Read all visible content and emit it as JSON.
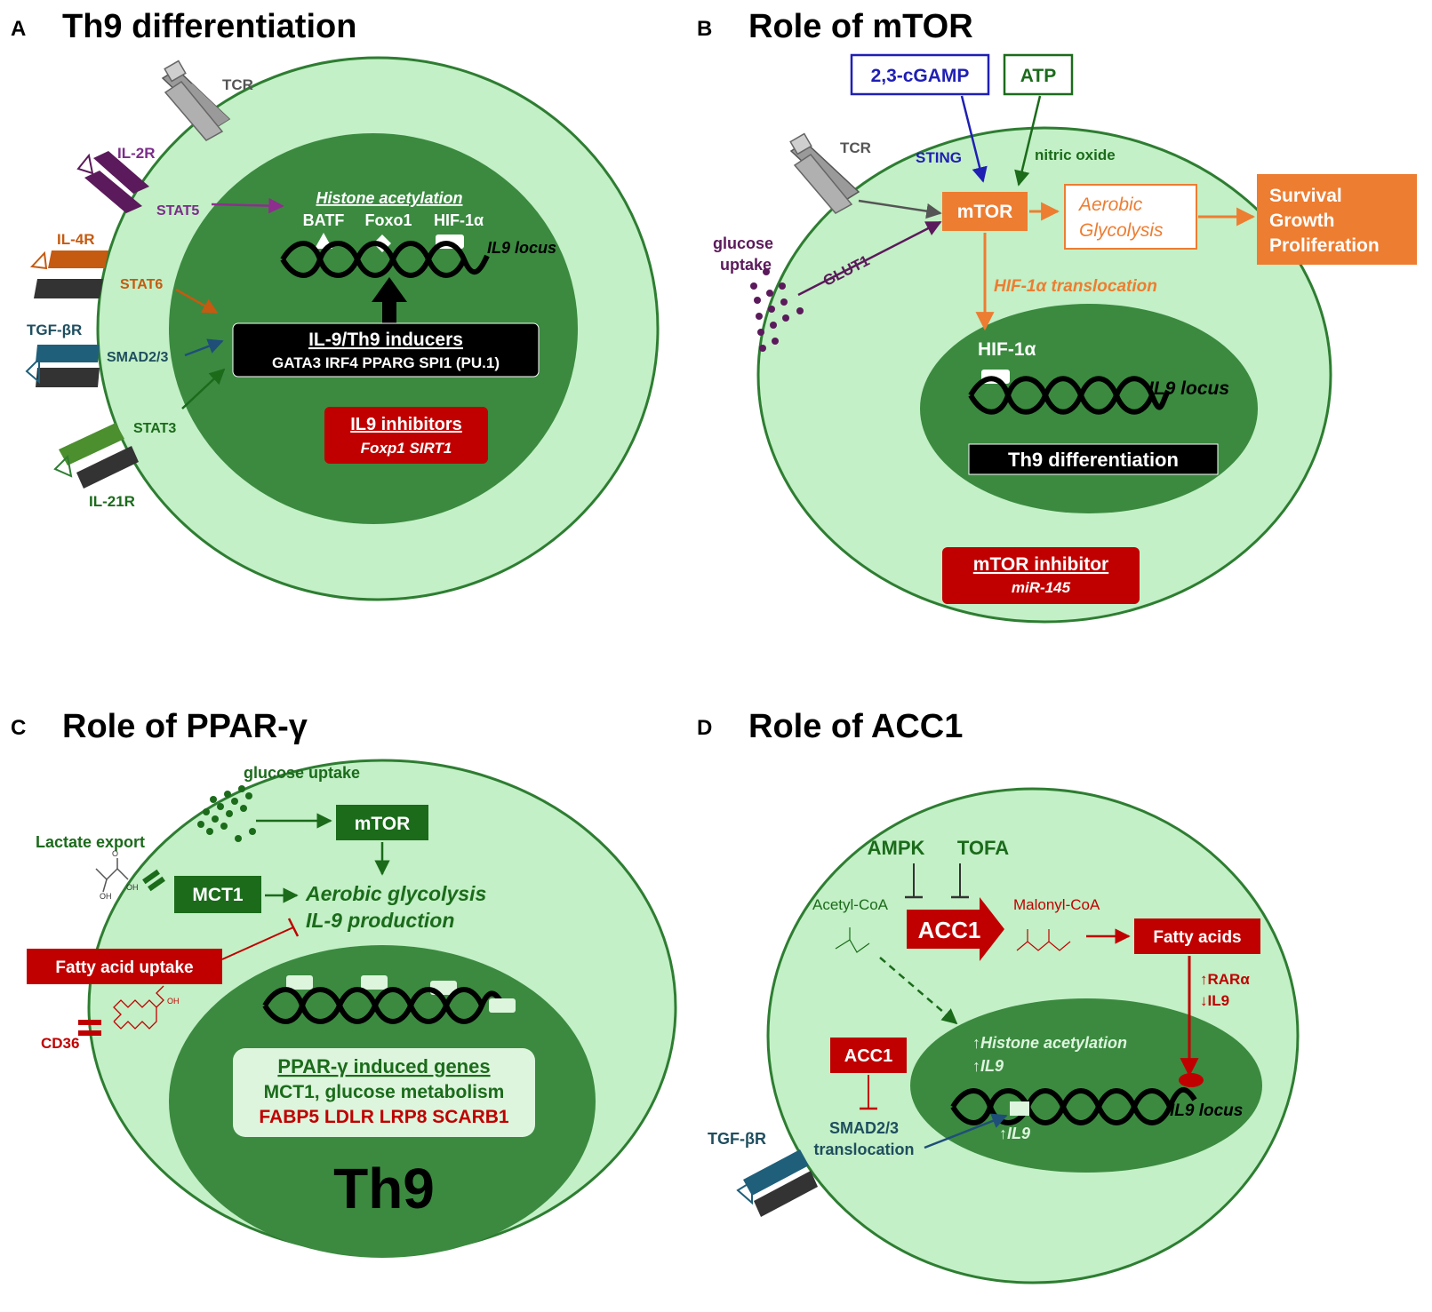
{
  "colors": {
    "cell": "#c3f0c6",
    "cell_border": "#2e7d32",
    "nucleus": "#3b8a40",
    "dark_green": "#1b6b1b",
    "red": "#c00000",
    "orange": "#ed7d31",
    "purple": "#5b1a5b",
    "navy": "#1f4e5f",
    "blue": "#1f1fb4",
    "gray": "#8c8c8c"
  },
  "panel_a": {
    "letter": "A",
    "title": "Th9 differentiation",
    "receptors": {
      "tcr": "TCR",
      "il2r": "IL-2R",
      "il4r": "IL-4R",
      "tgfbr": "TGF-βR",
      "il21r": "IL-21R"
    },
    "signals": {
      "stat5": "STAT5",
      "stat6": "STAT6",
      "smad": "SMAD2/3",
      "stat3": "STAT3"
    },
    "histone_acetylation": "Histone acetylation",
    "factors": [
      "BATF",
      "Foxo1",
      "HIF-1α"
    ],
    "locus": "IL9 locus",
    "inducers_title": "IL-9/Th9 inducers",
    "inducers_list": "GATA3 IRF4 PPARG SPI1 (PU.1)",
    "inhibitors_title": "IL9 inhibitors",
    "inhibitors_list": "Foxp1 SIRT1"
  },
  "panel_b": {
    "letter": "B",
    "title": "Role of mTOR",
    "cgamp": "2,3-cGAMP",
    "atp": "ATP",
    "sting": "STING",
    "nitric_oxide": "nitric oxide",
    "tcr": "TCR",
    "mtor": "mTOR",
    "aerobic": [
      "Aerobic",
      "Glycolysis"
    ],
    "outcomes": [
      "Survival",
      "Growth",
      "Proliferation"
    ],
    "glucose": [
      "glucose",
      "uptake"
    ],
    "glut1": "GLUT1",
    "hif_translocation": "HIF-1α translocation",
    "hif": "HIF-1α",
    "locus": "IL9 locus",
    "th9_diff": "Th9 differentiation",
    "inhibitor_title": "mTOR inhibitor",
    "inhibitor_name": "miR-145"
  },
  "panel_c": {
    "letter": "C",
    "title": "Role of PPAR-γ",
    "glucose_uptake": "glucose uptake",
    "mtor": "mTOR",
    "lactate_export": "Lactate export",
    "mct1": "MCT1",
    "aerobic_glycolysis": "Aerobic glycolysis",
    "il9_production": "IL-9 production",
    "fatty_acid_uptake": "Fatty acid uptake",
    "cd36": "CD36",
    "induced_title": "PPAR-γ induced genes",
    "induced_green": "MCT1, glucose metabolism",
    "induced_red": "FABP5 LDLR LRP8 SCARB1",
    "th9": "Th9"
  },
  "panel_d": {
    "letter": "D",
    "title": "Role of ACC1",
    "ampk": "AMPK",
    "tofa": "TOFA",
    "acetyl_coa": "Acetyl-CoA",
    "acc1": "ACC1",
    "malonyl_coa": "Malonyl-CoA",
    "fatty_acids": "Fatty acids",
    "rar": "↑RARα",
    "il9_down": "↓IL9",
    "histone": "↑Histone acetylation",
    "il9_up": "↑IL9",
    "acc1_box": "ACC1",
    "smad": "SMAD2/3",
    "translocation": "translocation",
    "tgfbr": "TGF-βR",
    "locus": "IL9 locus",
    "il9_up2": "↑IL9"
  }
}
